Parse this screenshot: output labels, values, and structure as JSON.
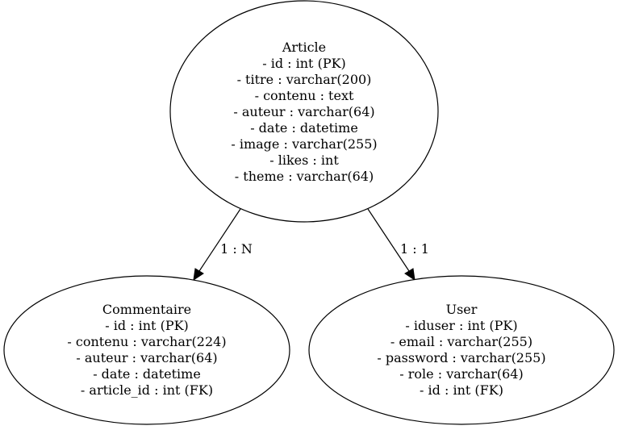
{
  "nodes": {
    "article": {
      "title": "Article",
      "fields": [
        "- id : int (PK)",
        "- titre : varchar(200)",
        "- contenu : text",
        "- auteur : varchar(64)",
        "- date : datetime",
        "- image : varchar(255)",
        "- likes : int",
        "- theme : varchar(64)"
      ]
    },
    "commentaire": {
      "title": "Commentaire",
      "fields": [
        "- id : int (PK)",
        "- contenu : varchar(224)",
        "- auteur : varchar(64)",
        "- date : datetime",
        "- article_id : int (FK)"
      ]
    },
    "user": {
      "title": "User",
      "fields": [
        "- iduser : int (PK)",
        "- email : varchar(255)",
        "- password : varchar(255)",
        "- role : varchar(64)",
        "- id : int (FK)"
      ]
    }
  },
  "edges": [
    {
      "from": "article",
      "to": "commentaire",
      "label": "1 : N"
    },
    {
      "from": "article",
      "to": "user",
      "label": "1 : 1"
    }
  ]
}
